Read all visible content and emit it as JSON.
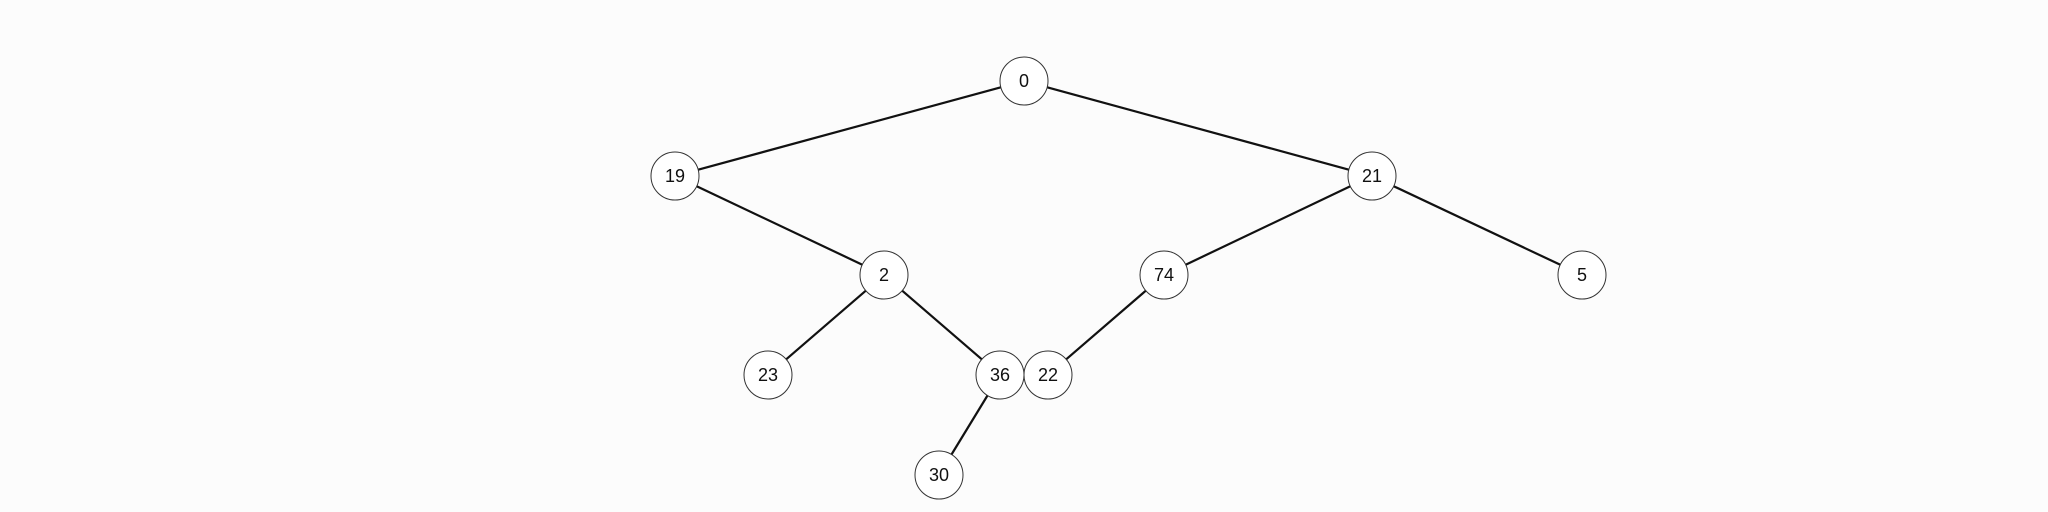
{
  "tree": {
    "nodes": [
      {
        "id": "n0",
        "label": "0"
      },
      {
        "id": "n19",
        "label": "19"
      },
      {
        "id": "n21",
        "label": "21"
      },
      {
        "id": "n2",
        "label": "2"
      },
      {
        "id": "n74",
        "label": "74"
      },
      {
        "id": "n5",
        "label": "5"
      },
      {
        "id": "n23",
        "label": "23"
      },
      {
        "id": "n36",
        "label": "36"
      },
      {
        "id": "n22",
        "label": "22"
      },
      {
        "id": "n30",
        "label": "30"
      }
    ],
    "edges": [
      [
        "n0",
        "n19"
      ],
      [
        "n0",
        "n21"
      ],
      [
        "n19",
        "n2"
      ],
      [
        "n21",
        "n74"
      ],
      [
        "n21",
        "n5"
      ],
      [
        "n2",
        "n23"
      ],
      [
        "n2",
        "n36"
      ],
      [
        "n74",
        "n22"
      ],
      [
        "n36",
        "n30"
      ]
    ]
  }
}
